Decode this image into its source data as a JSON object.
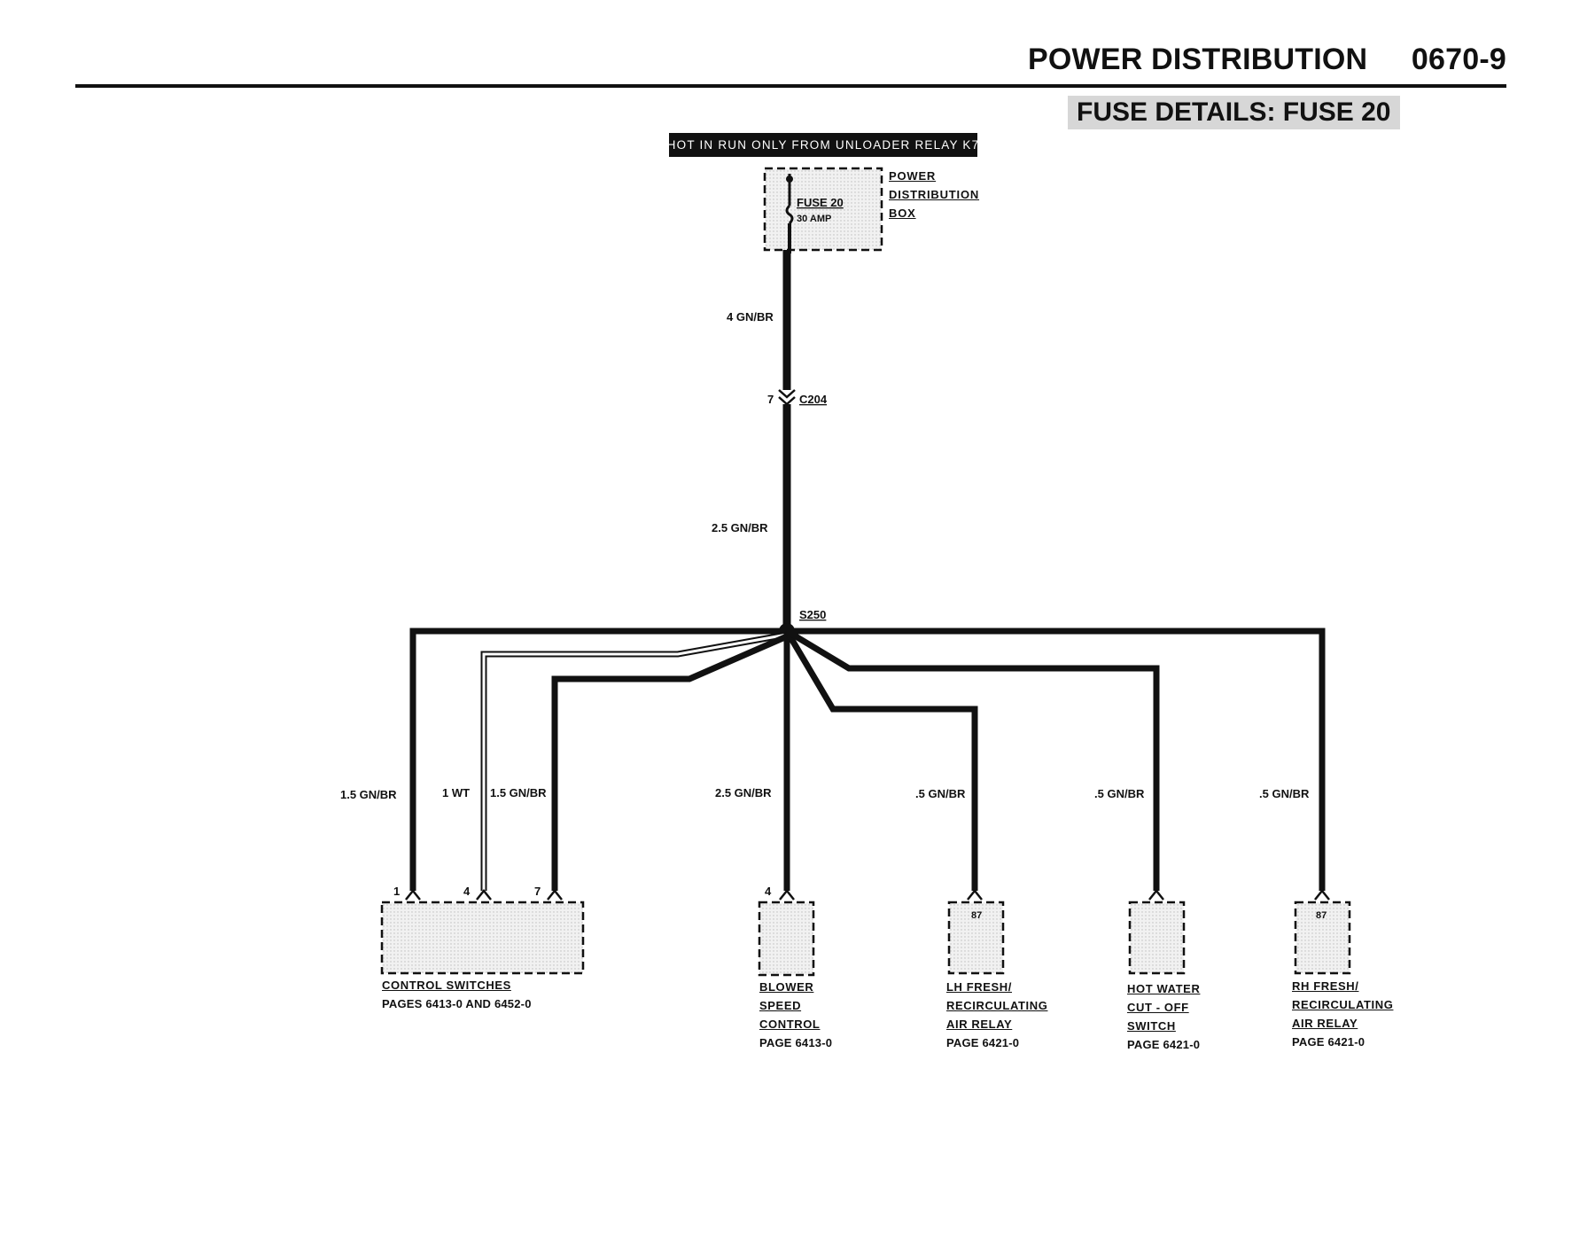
{
  "header": {
    "title": "POWER DISTRIBUTION",
    "page_number": "0670-9",
    "subtitle": "FUSE DETAILS: FUSE 20"
  },
  "banner": {
    "text": "HOT IN RUN ONLY FROM UNLOADER RELAY K7"
  },
  "fuse": {
    "name": "FUSE 20",
    "rating": "30 AMP"
  },
  "power_distribution_box": {
    "lines": [
      "POWER",
      "DISTRIBUTION",
      "BOX"
    ]
  },
  "connector": {
    "name": "C204",
    "pin": "7"
  },
  "splice": {
    "name": "S250"
  },
  "wires": {
    "fuse_to_c204": "4 GN/BR",
    "c204_to_s250": "2.5 GN/BR",
    "control_1": "1.5 GN/BR",
    "control_4": "1 WT",
    "control_7": "1.5 GN/BR",
    "blower": "2.5 GN/BR",
    "lh_relay": ".5 GN/BR",
    "hot_water": ".5 GN/BR",
    "rh_relay": ".5 GN/BR"
  },
  "pins": {
    "control_1": "1",
    "control_4": "4",
    "control_7": "7",
    "blower": "4",
    "lh_relay": "87",
    "rh_relay": "87"
  },
  "components": {
    "control_switches": {
      "name_lines": [
        "CONTROL SWITCHES"
      ],
      "page": "PAGES 6413-0 AND 6452-0"
    },
    "blower": {
      "name_lines": [
        "BLOWER",
        "SPEED",
        "CONTROL"
      ],
      "page": "PAGE 6413-0"
    },
    "lh_relay": {
      "name_lines": [
        "LH FRESH/",
        "RECIRCULATING",
        "AIR RELAY"
      ],
      "page": "PAGE 6421-0"
    },
    "hot_water": {
      "name_lines": [
        "HOT WATER",
        "CUT - OFF",
        "SWITCH"
      ],
      "page": "PAGE 6421-0"
    },
    "rh_relay": {
      "name_lines": [
        "RH FRESH/",
        "RECIRCULATING",
        "AIR RELAY"
      ],
      "page": "PAGE 6421-0"
    }
  }
}
